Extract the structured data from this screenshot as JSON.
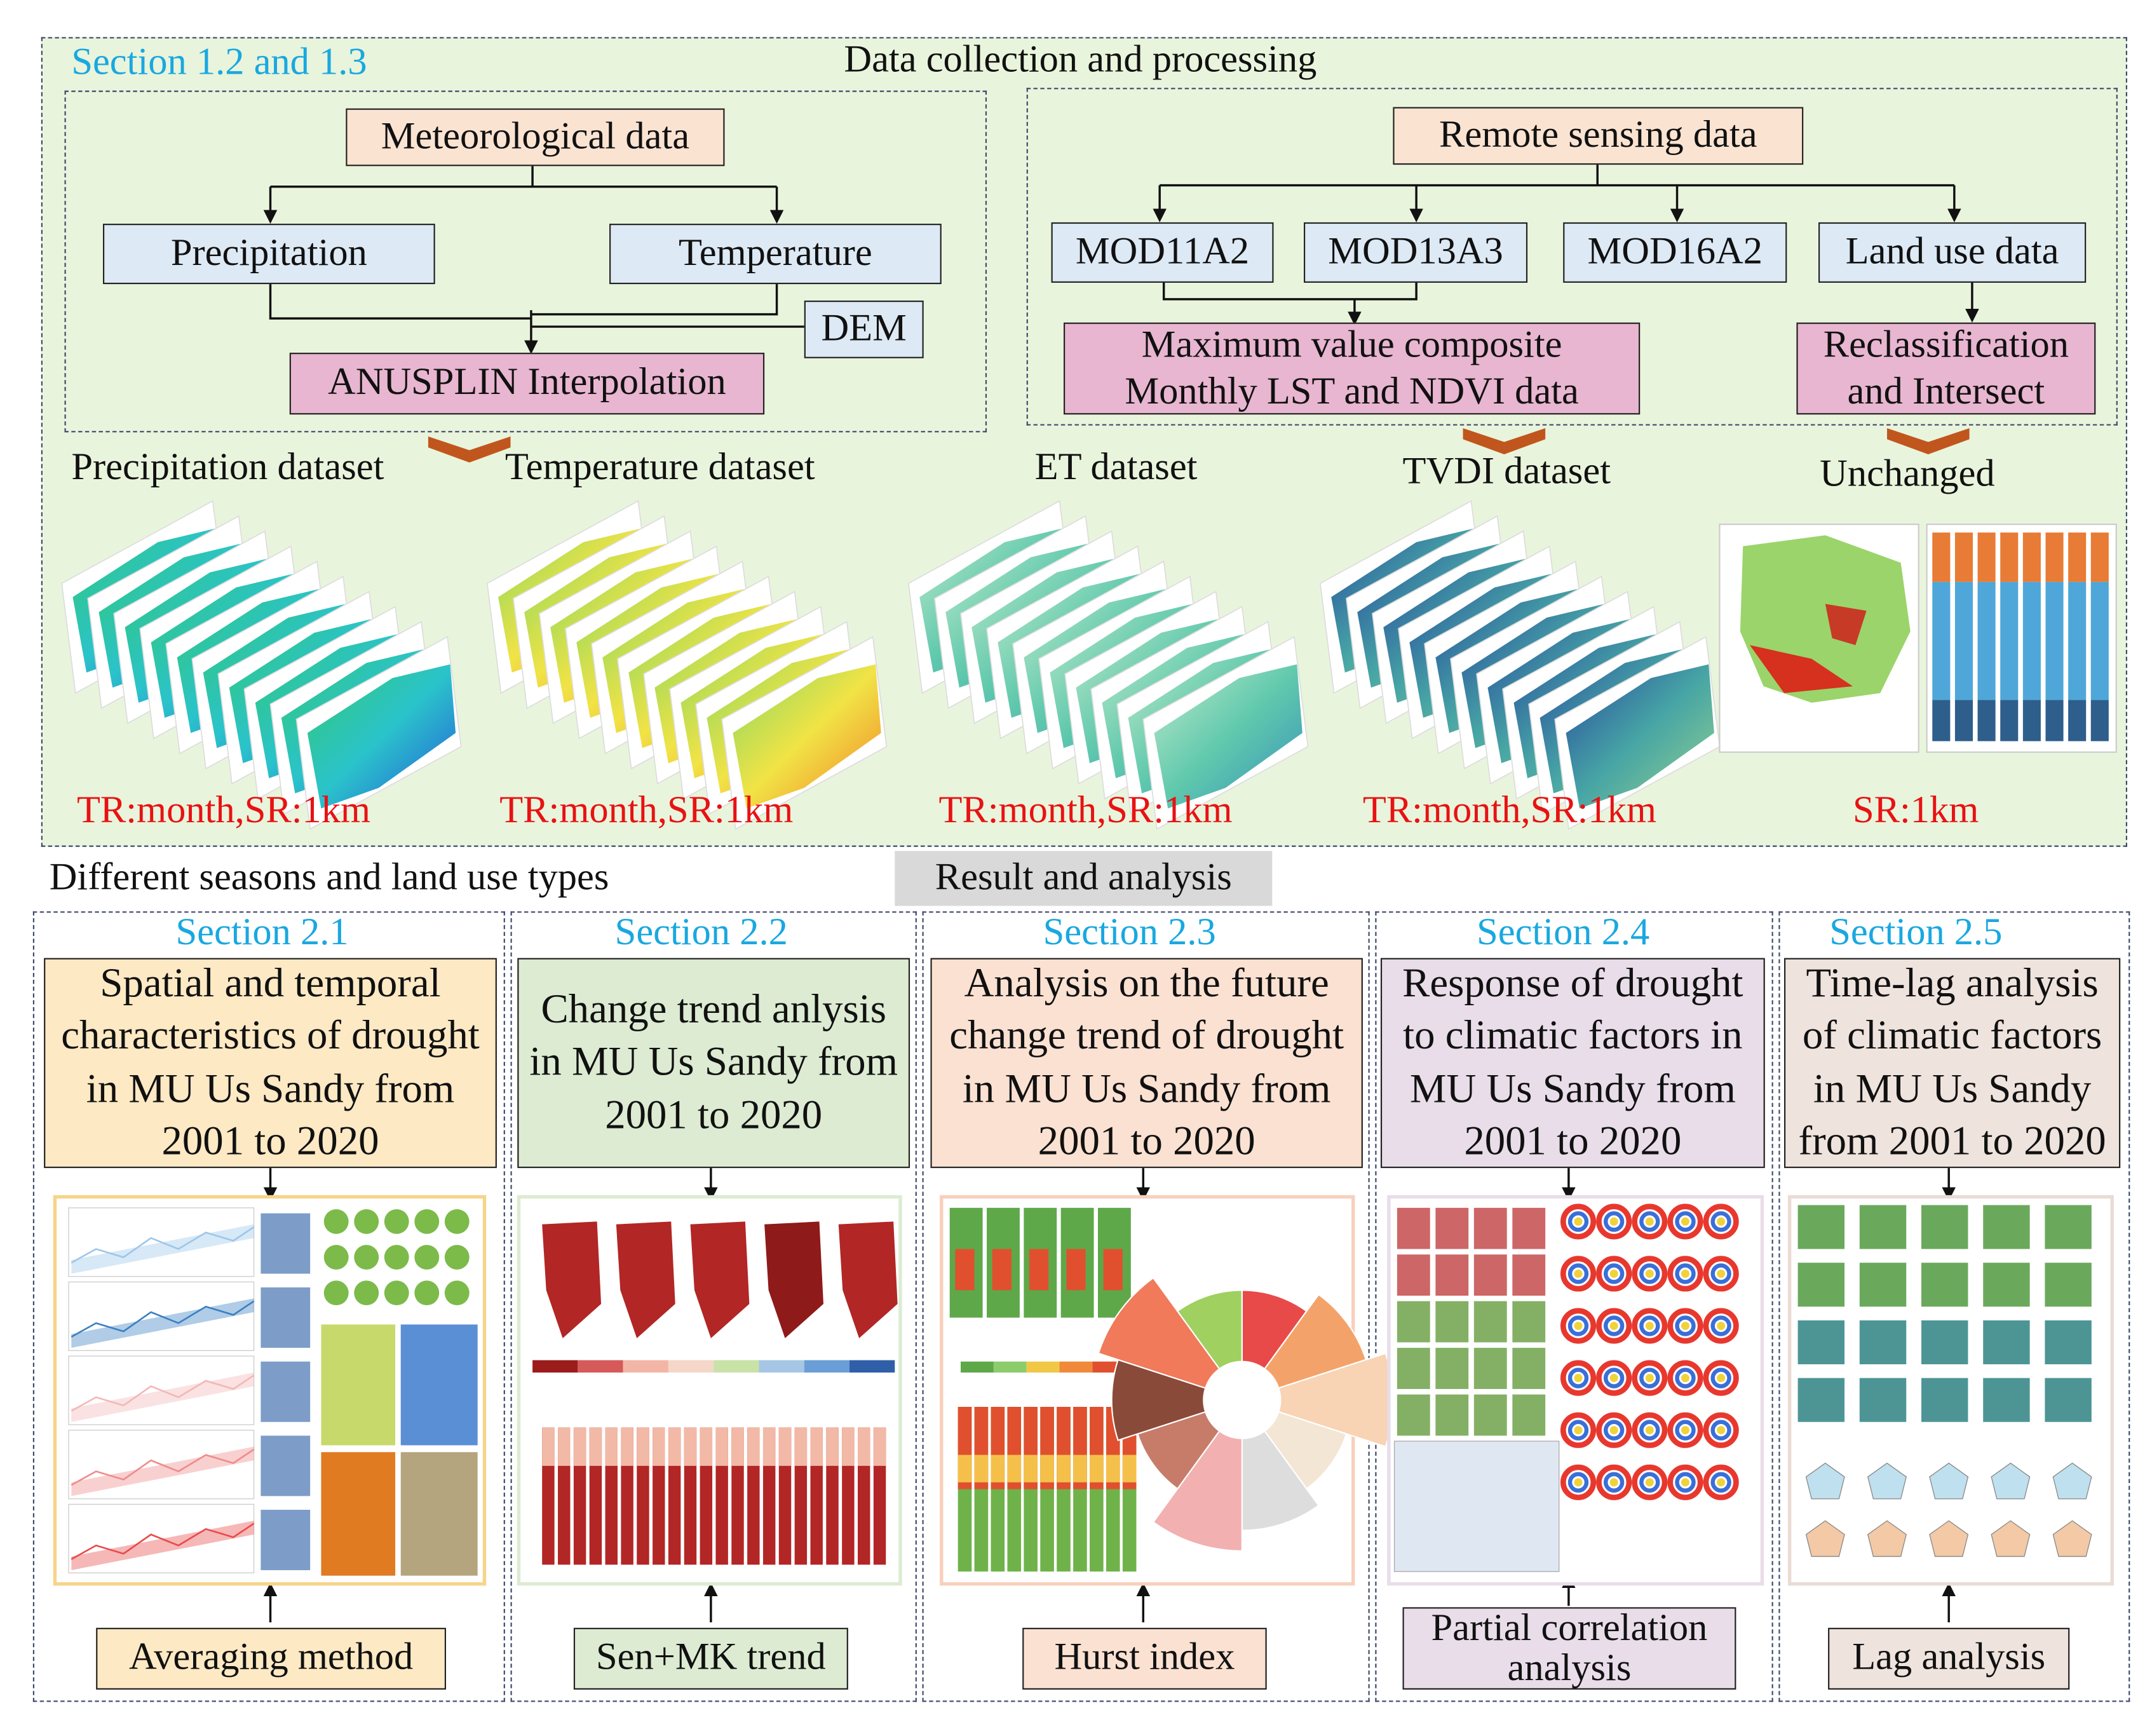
{
  "top": {
    "section_tag": "Section 1.2 and 1.3",
    "title": "Data collection and processing",
    "meteo": {
      "source": "Meteorological data",
      "precip": "Precipitation",
      "temp": "Temperature",
      "dem": "DEM",
      "interp": "ANUSPLIN Interpolation"
    },
    "remote": {
      "source": "Remote sensing data",
      "products": [
        "MOD11A2",
        "MOD13A3",
        "MOD16A2",
        "Land use data"
      ],
      "composite_l1": "Maximum value composite",
      "composite_l2": "Monthly LST and NDVI data",
      "reclass_l1": "Reclassification",
      "reclass_l2": "and Intersect"
    },
    "datasets": [
      "Precipitation dataset",
      "Temperature dataset",
      "ET dataset",
      "TVDI dataset",
      "Unchanged"
    ],
    "resolutions": [
      "TR:month,SR:1km",
      "TR:month,SR:1km",
      "TR:month,SR:1km",
      "TR:month,SR:1km",
      "SR:1km"
    ]
  },
  "bottom": {
    "left_label": "Different seasons and land use types",
    "center_label": "Result and analysis",
    "sections": [
      {
        "tag": "Section 2.1",
        "title": [
          "Spatial and temporal",
          "characteristics of drought",
          "in MU Us Sandy from",
          "2001 to 2020"
        ],
        "method": "Averaging method"
      },
      {
        "tag": "Section 2.2",
        "title": [
          "Change trend anlysis",
          "in MU Us Sandy from",
          "2001 to 2020"
        ],
        "method": "Sen+MK trend"
      },
      {
        "tag": "Section 2.3",
        "title": [
          "Analysis on the future",
          "change trend of drought",
          "in MU Us Sandy from",
          "2001 to 2020"
        ],
        "method": "Hurst index"
      },
      {
        "tag": "Section 2.4",
        "title": [
          "Response of drought",
          "to climatic factors in",
          "MU Us Sandy from",
          "2001 to 2020"
        ],
        "method": [
          "Partial correlation",
          "analysis"
        ]
      },
      {
        "tag": "Section 2.5",
        "title": [
          "Time-lag analysis",
          "of climatic  factors",
          "in MU Us Sandy",
          "from 2001 to 2020"
        ],
        "method": "Lag analysis"
      }
    ]
  },
  "colors": {
    "top_bg": "#e9f4dc",
    "section_tag": "#19a8e0",
    "resolution": "#e81212",
    "sec21_title": "#fde9c4",
    "sec22_title": "#dcebd2",
    "sec23_title": "#fbe1d2",
    "sec24_title": "#e8dde9",
    "sec25_title": "#efe3dd",
    "chevron": "#c0561d"
  }
}
